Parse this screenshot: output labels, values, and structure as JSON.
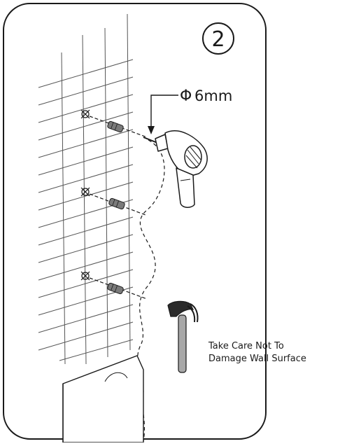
{
  "step": {
    "number": "2"
  },
  "drill_bit": {
    "symbol": "Φ",
    "size": "6mm"
  },
  "note": {
    "line1": "Take Care Not To",
    "line2": "Damage Wall Surface"
  },
  "colors": {
    "line": "#1a1a1a",
    "fill": "#ffffff",
    "anchor_fill": "#7a7a7a",
    "hammer_handle": "#a8a8a8",
    "hammer_head": "#2a2a2a",
    "tile_lines": "#555555"
  }
}
